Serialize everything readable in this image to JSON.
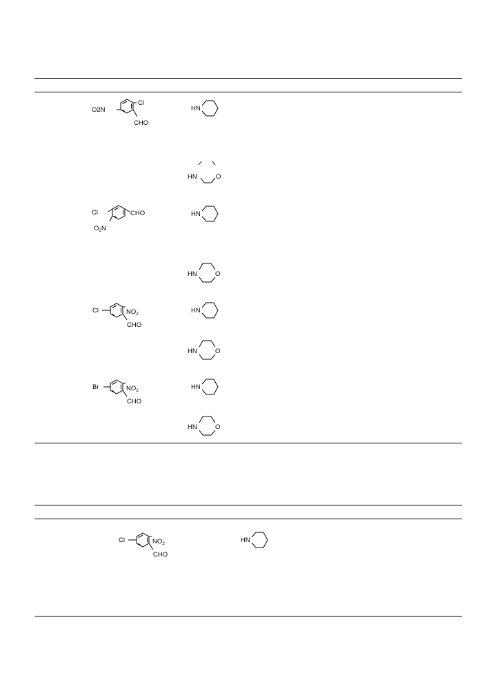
{
  "labels": {
    "o2n": "O2N",
    "no2": "NO2",
    "cl": "Cl",
    "br": "Br",
    "cho": "CHO",
    "hn": "HN",
    "o": "O"
  },
  "table1": {
    "rows": [
      {
        "aldehyde": "2-chloro-5-nitrobenzaldehyde",
        "amine": "piperidine"
      },
      {
        "aldehyde": "",
        "amine": "morpholine"
      },
      {
        "aldehyde": "4-chloro-3-nitrobenzaldehyde",
        "amine": "piperidine"
      },
      {
        "aldehyde": "",
        "amine": "morpholine"
      },
      {
        "aldehyde": "5-chloro-2-nitrobenzaldehyde",
        "amine": "piperidine"
      },
      {
        "aldehyde": "",
        "amine": "morpholine"
      },
      {
        "aldehyde": "5-bromo-2-nitrobenzaldehyde",
        "amine": "piperidine"
      },
      {
        "aldehyde": "",
        "amine": "morpholine"
      }
    ]
  },
  "table2": {
    "rows": [
      {
        "aldehyde": "5-chloro-2-nitrobenzaldehyde",
        "amine": "piperidine"
      }
    ]
  }
}
